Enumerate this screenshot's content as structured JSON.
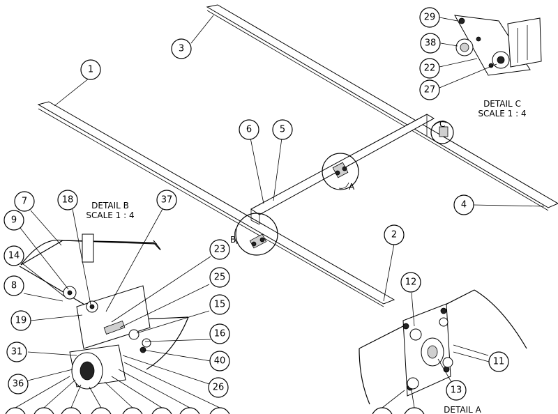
{
  "balloons": [
    "1",
    "2",
    "3",
    "4",
    "5",
    "6",
    "7",
    "8",
    "9",
    "14",
    "18",
    "37",
    "23",
    "25",
    "15",
    "16",
    "40",
    "26",
    "19",
    "31",
    "36",
    "29",
    "38",
    "22",
    "27",
    "12",
    "11",
    "13"
  ],
  "details": {
    "a": {
      "title": "DETAIL A"
    },
    "b": {
      "title": "DETAIL B",
      "scale": "SCALE 1 : 4"
    },
    "c": {
      "title": "DETAIL C",
      "scale": "SCALE 1 : 4"
    }
  },
  "view_letters": {
    "a": "A",
    "b": "B",
    "c": "C"
  }
}
